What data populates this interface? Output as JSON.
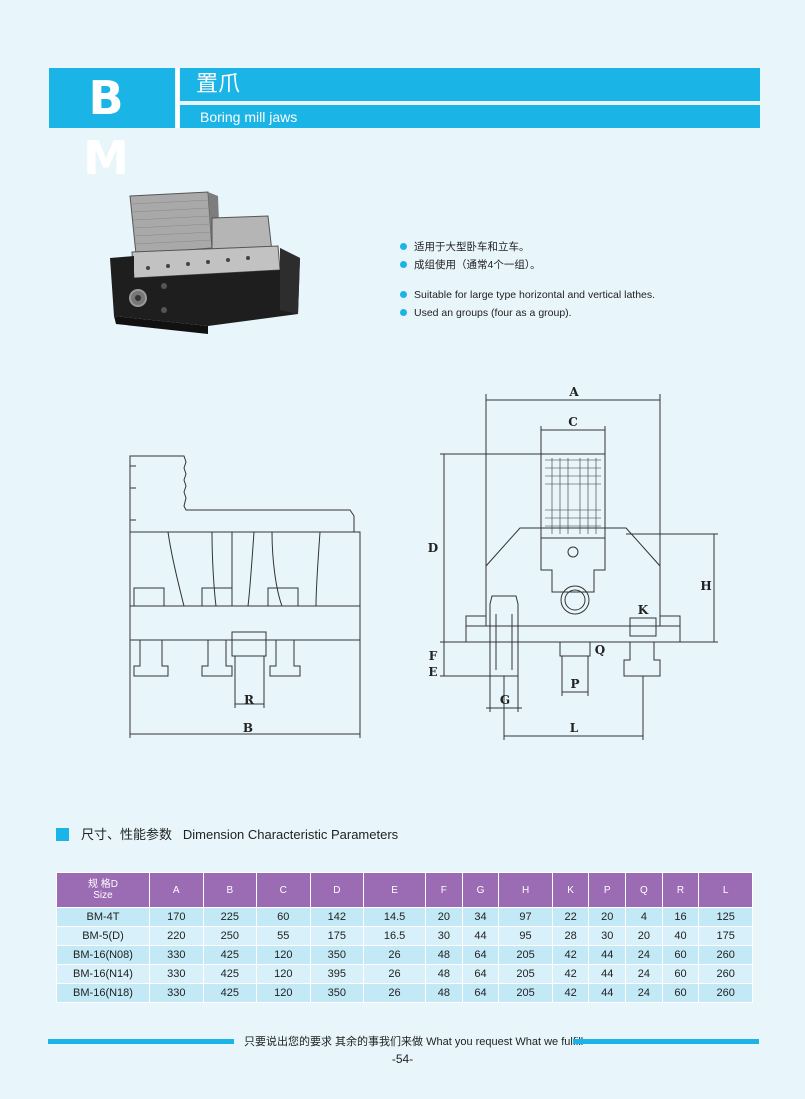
{
  "header": {
    "code": "B M",
    "title_cn": "置爪",
    "title_en": "Boring mill jaws"
  },
  "features": {
    "cn": [
      "适用于大型卧车和立车。",
      "成组使用（通常4个一组）。"
    ],
    "en": [
      "Suitable for large type horizontal and vertical lathes.",
      "Used an groups (four as a group)."
    ]
  },
  "drawing_labels": {
    "A": "A",
    "B": "B",
    "C": "C",
    "D": "D",
    "E": "E",
    "F": "F",
    "G": "G",
    "H": "H",
    "K": "K",
    "L": "L",
    "P": "P",
    "Q": "Q",
    "R": "R"
  },
  "section": {
    "title_cn": "尺寸、性能参数",
    "title_en": "Dimension  Characteristic Parameters"
  },
  "table": {
    "size_header_cn": "规 格D",
    "size_header_en": "Size",
    "columns": [
      "A",
      "B",
      "C",
      "D",
      "E",
      "F",
      "G",
      "H",
      "K",
      "P",
      "Q",
      "R",
      "L"
    ],
    "rows": [
      [
        "BM-4T",
        "170",
        "225",
        "60",
        "142",
        "14.5",
        "20",
        "34",
        "97",
        "22",
        "20",
        "4",
        "16",
        "125"
      ],
      [
        "BM-5(D)",
        "220",
        "250",
        "55",
        "175",
        "16.5",
        "30",
        "44",
        "95",
        "28",
        "30",
        "20",
        "40",
        "175"
      ],
      [
        "BM-16(N08)",
        "330",
        "425",
        "120",
        "350",
        "26",
        "48",
        "64",
        "205",
        "42",
        "44",
        "24",
        "60",
        "260"
      ],
      [
        "BM-16(N14)",
        "330",
        "425",
        "120",
        "395",
        "26",
        "48",
        "64",
        "205",
        "42",
        "44",
        "24",
        "60",
        "260"
      ],
      [
        "BM-16(N18)",
        "330",
        "425",
        "120",
        "350",
        "26",
        "48",
        "64",
        "205",
        "42",
        "44",
        "24",
        "60",
        "260"
      ]
    ]
  },
  "footer": {
    "slogan": "只要说出您的要求  其余的事我们来做   What you request  What we fulfill",
    "page": "-54-"
  }
}
